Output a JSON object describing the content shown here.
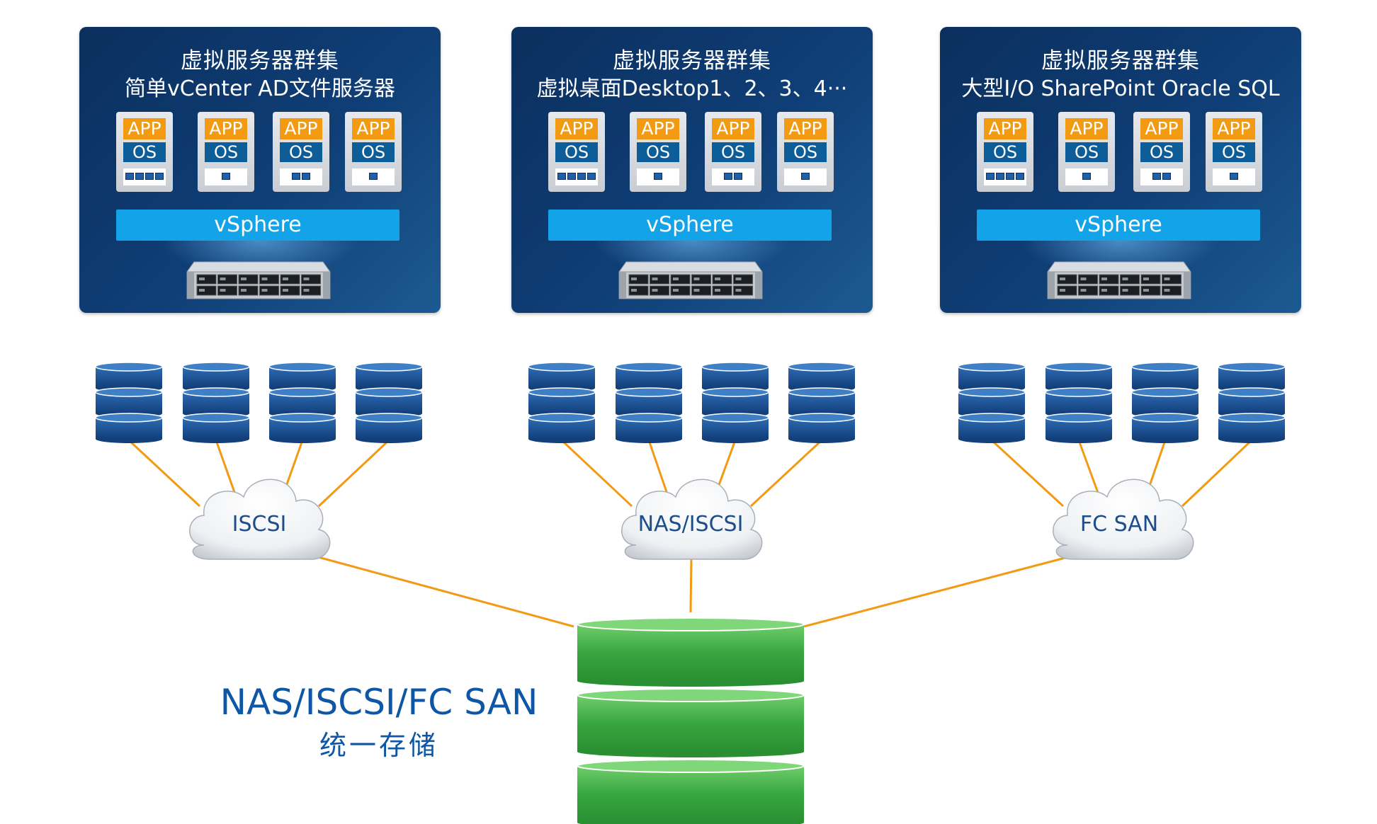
{
  "clusters": [
    {
      "title": "虚拟服务器群集",
      "subtitle": "简单vCenter AD文件服务器",
      "vms": [
        {
          "app": "APP",
          "os": "OS",
          "screens": 4
        },
        {
          "app": "APP",
          "os": "OS",
          "screens": 1
        },
        {
          "app": "APP",
          "os": "OS",
          "screens": 2
        },
        {
          "app": "APP",
          "os": "OS",
          "screens": 1
        }
      ],
      "platform": "vSphere"
    },
    {
      "title": "虚拟服务器群集",
      "subtitle": "虚拟桌面Desktop1、2、3、4···",
      "vms": [
        {
          "app": "APP",
          "os": "OS",
          "screens": 4
        },
        {
          "app": "APP",
          "os": "OS",
          "screens": 1
        },
        {
          "app": "APP",
          "os": "OS",
          "screens": 2
        },
        {
          "app": "APP",
          "os": "OS",
          "screens": 1
        }
      ],
      "platform": "vSphere"
    },
    {
      "title": "虚拟服务器群集",
      "subtitle": "大型I/O SharePoint Oracle SQL",
      "vms": [
        {
          "app": "APP",
          "os": "OS",
          "screens": 4
        },
        {
          "app": "APP",
          "os": "OS",
          "screens": 1
        },
        {
          "app": "APP",
          "os": "OS",
          "screens": 2
        },
        {
          "app": "APP",
          "os": "OS",
          "screens": 1
        }
      ],
      "platform": "vSphere"
    }
  ],
  "networks": [
    {
      "label": "ISCSI"
    },
    {
      "label": "NAS/ISCSI"
    },
    {
      "label": "FC SAN"
    }
  ],
  "storage": {
    "title": "NAS/ISCSI/FC SAN",
    "subtitle": "统一存储"
  },
  "colors": {
    "panel": "#0f3e76",
    "app": "#f29a12",
    "os": "#0d5d98",
    "vsphere": "#12a3e8",
    "disk": "#1d5a9e",
    "link": "#f29a12",
    "storage": "#3fae49",
    "text_blue": "#0e56a6"
  }
}
